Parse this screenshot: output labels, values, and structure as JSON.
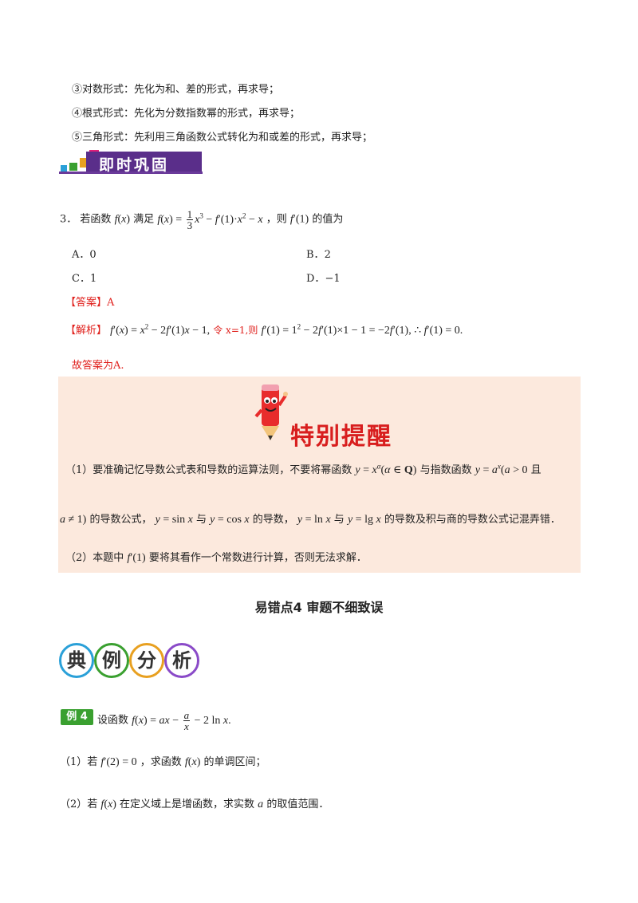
{
  "methods": {
    "log": "③对数形式：先化为和、差的形式，再求导；",
    "root": "④根式形式：先化为分数指数幂的形式，再求导；",
    "trig": "⑤三角形式：先利用三角函数公式转化为和或差的形式，再求导；"
  },
  "banner": {
    "label": "即时巩固"
  },
  "problem3": {
    "number": "3．",
    "lead": "若函数",
    "satisfies": "满足",
    "tail": "，则",
    "value_of": "的值为",
    "options": [
      {
        "letter": "A．",
        "value": "0"
      },
      {
        "letter": "B．",
        "value": "2"
      },
      {
        "letter": "C．",
        "value": "1"
      },
      {
        "letter": "D．",
        "value": "−1"
      }
    ]
  },
  "answer": {
    "label": "【答案】",
    "value": "A"
  },
  "analysis": {
    "label": "【解析】",
    "let_text": "令 x=1,则",
    "conclusion": "故答案为A."
  },
  "tip": {
    "title": "特别提醒",
    "item1_a": "（1）要准确记忆导数公式表和导数的运算法则，不要将幂函数",
    "item1_b": "与指数函数",
    "item1_c": "且",
    "item1_d": "的导数公式，",
    "item1_and1": "与",
    "item1_e": "的导数，",
    "item1_and2": "与",
    "item1_f": "的导数及积与商的导数公式记混弄错．",
    "item2_a": "（2）本题中",
    "item2_b": "要将其看作一个常数进行计算，否则无法求解．"
  },
  "section": {
    "title": "易错点4  审题不细致误"
  },
  "example_header": {
    "chars": [
      "典",
      "例",
      "分",
      "析"
    ]
  },
  "example4": {
    "badge": "例 4",
    "lead": "设函数",
    "q1_a": "（1）若",
    "q1_b": "，求函数",
    "q1_c": "的单调区间；",
    "q2_a": "（2）若",
    "q2_b": "在定义域上是增函数，求实数",
    "q2_c": "的取值范围．"
  },
  "colors": {
    "accent_red": "#e0201c",
    "tip_bg": "#fce9dd",
    "banner": "#5a2e8a",
    "badge_green": "#3aa030"
  }
}
